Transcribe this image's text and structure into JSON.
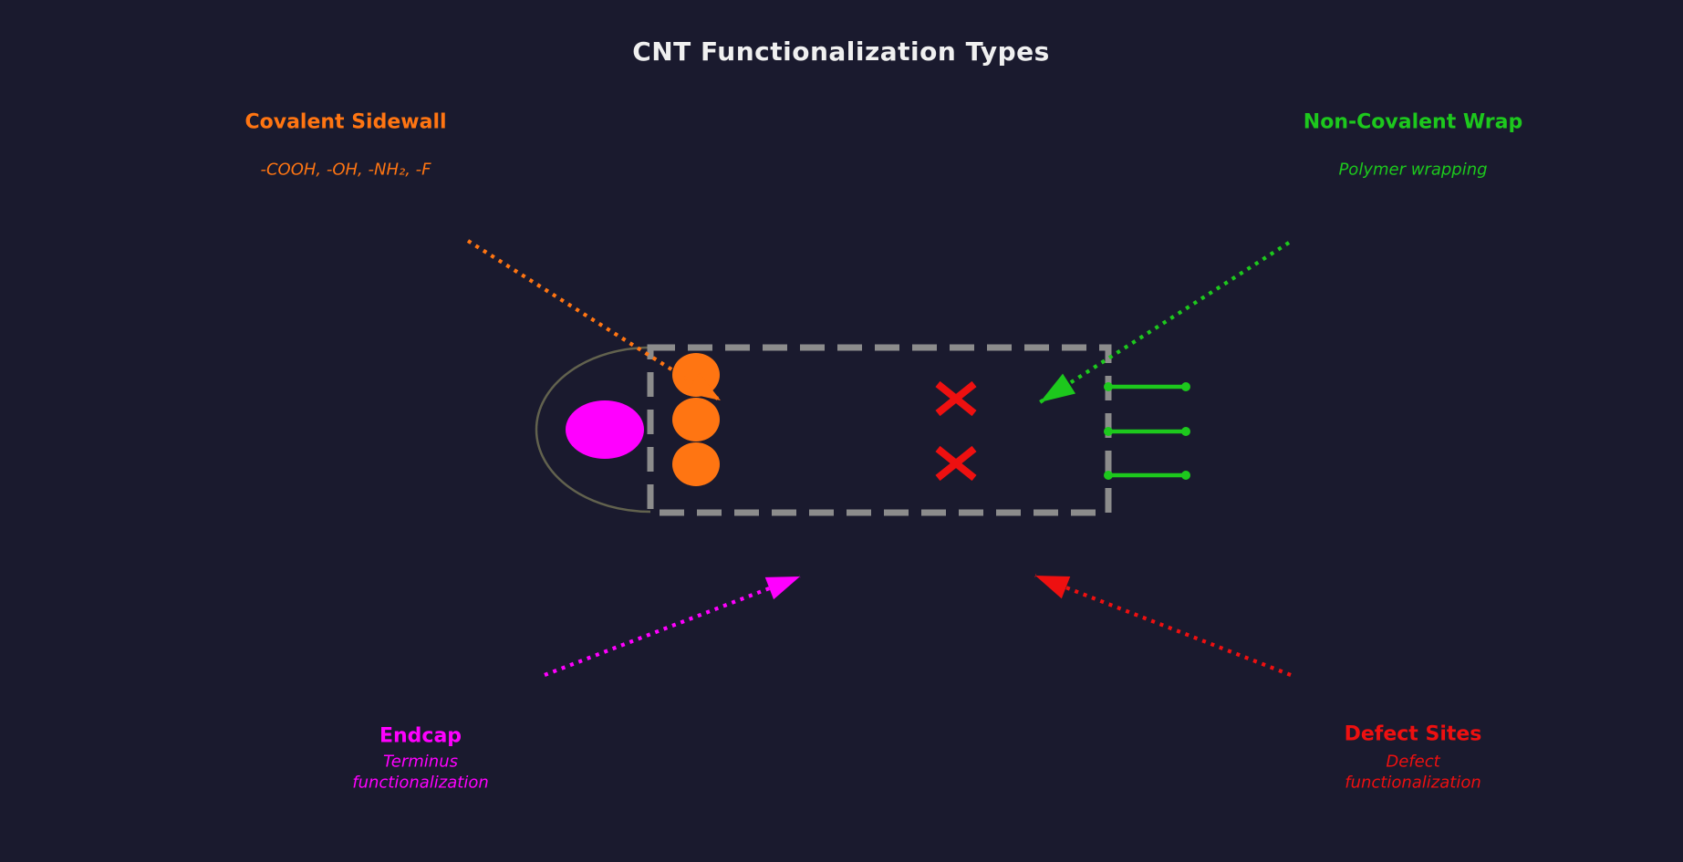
{
  "title": "CNT Functionalization Types",
  "colors": {
    "c-background": "#1a1a2e",
    "c-title": "#f0f0f0",
    "c-orange": "#ff7512",
    "c-green": "#1dc81d",
    "c-magenta": "#ff00ff",
    "c-red": "#ee1010",
    "c-tube": "#8c8c8c",
    "c-outline": "#62624e"
  },
  "sections": {
    "covalent_sidewall": {
      "label": "Covalent Sidewall",
      "sublabel": "-COOH, -OH, -NH₂, -F"
    },
    "non_covalent_wrap": {
      "label": "Non-Covalent Wrap",
      "sublabel": "Polymer wrapping"
    },
    "endcap": {
      "label": "Endcap",
      "sublabel": "Terminus\nfunctionalization"
    },
    "defect_sites": {
      "label": "Defect Sites",
      "sublabel": "Defect\nfunctionalization"
    }
  }
}
